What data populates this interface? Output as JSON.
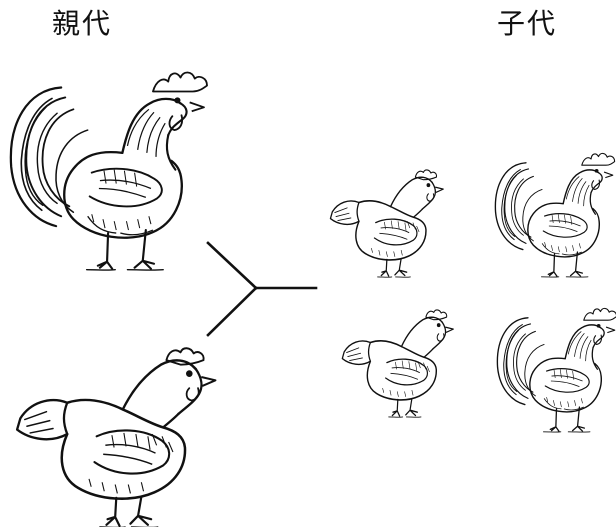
{
  "labels": {
    "parent_generation": "親代",
    "offspring_generation": "子代"
  },
  "figures": {
    "parent_rooster": "rooster-illustration",
    "parent_hen": "hen-illustration",
    "offspring_hens": [
      "hen-illustration",
      "hen-illustration"
    ],
    "offspring_roosters": [
      "rooster-illustration",
      "rooster-illustration"
    ]
  },
  "colors": {
    "line": "#111111",
    "background": "#ffffff"
  }
}
